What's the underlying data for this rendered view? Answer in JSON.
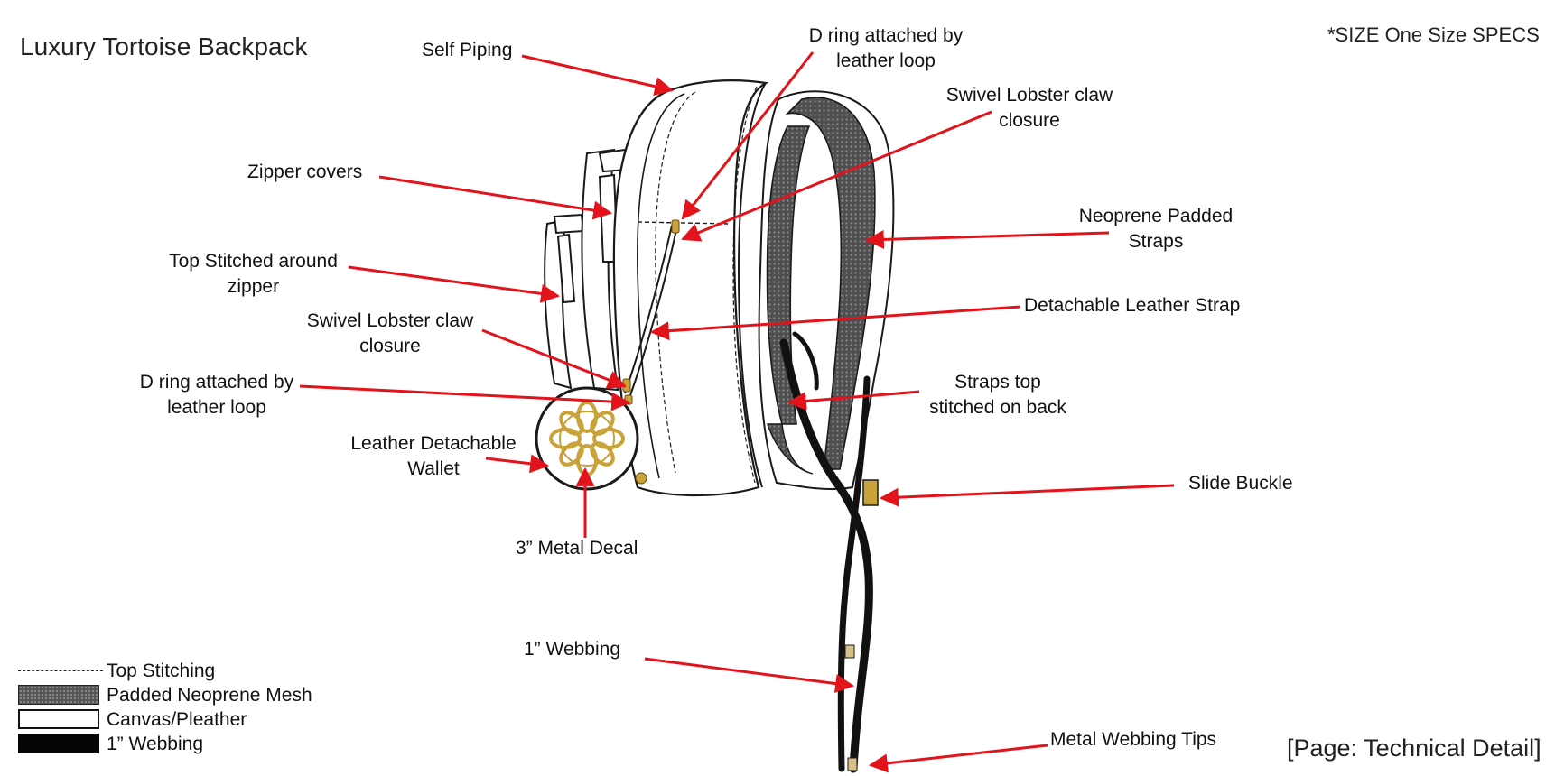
{
  "title": "Luxury Tortoise Backpack",
  "size_note": "*SIZE One Size SPECS",
  "page_label": "[Page: Technical Detail]",
  "colors": {
    "arrow": "#e3131b",
    "outline": "#1a1a1a",
    "mesh": "#555555",
    "webbing": "#111111",
    "hardware": "#c9a23a"
  },
  "callouts": {
    "self_piping": "Self Piping",
    "d_ring_top": [
      "D ring attached by",
      "leather loop"
    ],
    "swivel_top": [
      "Swivel Lobster claw",
      "closure"
    ],
    "zipper_covers": "Zipper covers",
    "neoprene_straps": [
      "Neoprene Padded",
      "Straps"
    ],
    "top_stitched_zipper": [
      "Top Stitched around",
      "zipper"
    ],
    "detachable_strap": "Detachable Leather Strap",
    "swivel_left": [
      "Swivel Lobster claw",
      "closure"
    ],
    "straps_top_stitched": [
      "Straps top",
      "stitched on back"
    ],
    "d_ring_left": [
      "D ring attached by",
      "leather loop"
    ],
    "wallet": [
      "Leather Detachable",
      "Wallet"
    ],
    "slide_buckle": "Slide  Buckle",
    "metal_decal": "3” Metal Decal",
    "webbing": "1” Webbing",
    "metal_tips": "Metal Webbing Tips"
  },
  "legend": [
    {
      "swatch": "dashed-line",
      "label": "Top Stitching"
    },
    {
      "swatch": "mesh",
      "label": "Padded Neoprene Mesh"
    },
    {
      "swatch": "outline",
      "label": "Canvas/Pleather"
    },
    {
      "swatch": "solid-black",
      "label": " 1” Webbing"
    }
  ]
}
